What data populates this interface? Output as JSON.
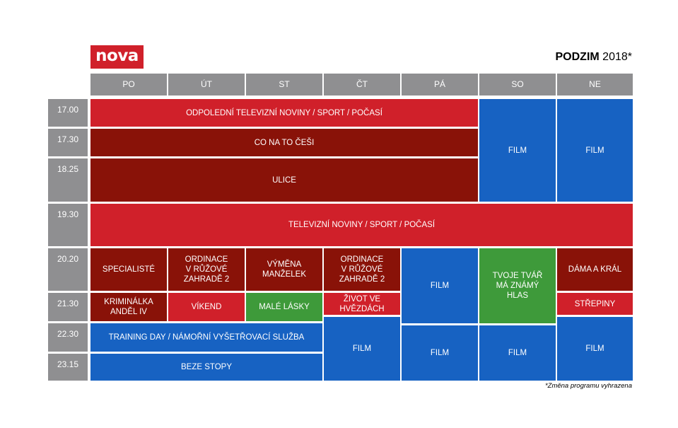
{
  "logo": "nova",
  "season": {
    "name": "PODZIM",
    "year": "2018*"
  },
  "days": [
    "PO",
    "ÚT",
    "ST",
    "ČT",
    "PÁ",
    "SO",
    "NE"
  ],
  "times": [
    "17.00",
    "17.30",
    "18.25",
    "19.30",
    "20.20",
    "21.30",
    "22.30",
    "23.15"
  ],
  "programs": {
    "odpoledni_noviny": "ODPOLEDNÍ TELEVIZNÍ NOVINY / SPORT / POČASÍ",
    "co_na_to_cesi": "CO NA TO ČEŠI",
    "ulice": "ULICE",
    "film_so_afternoon": "FILM",
    "film_ne_afternoon": "FILM",
    "televizni_noviny": "TELEVIZNÍ NOVINY / SPORT / POČASÍ",
    "specialiste": "SPECIALISTÉ",
    "ordinace_ut": "ORDINACE\nV RŮŽOVÉ\nZAHRADĚ 2",
    "vymena_manzelek": "VÝMĚNA\nMANŽELEK",
    "ordinace_ct": "ORDINACE\nV RŮŽOVÉ\nZAHRADĚ 2",
    "film_pa_evening": "FILM",
    "tvoje_tvar": "TVOJE TVÁŘ\nMÁ ZNÁMÝ\nHLAS",
    "dama_a_kral": "DÁMA A KRÁL",
    "kriminalka": "KRIMINÁLKA\nANDĚL IV",
    "vikend": "VÍKEND",
    "male_lasky": "MALÉ LÁSKY",
    "zivot_ve_hvezdach": "ŽIVOT VE\nHVĚZDÁCH",
    "strepiny": "STŘEPINY",
    "training_day": "TRAINING DAY / NÁMOŘNÍ VYŠETŘOVACÍ SLUŽBA",
    "beze_stopy": "BEZE STOPY",
    "film_ct_late": "FILM",
    "film_pa_late": "FILM",
    "film_so_late": "FILM",
    "film_ne_late": "FILM"
  },
  "note": "*Změna programu vyhrazena",
  "colors": {
    "red": "#d0202a",
    "dark_red": "#891208",
    "blue": "#1762c2",
    "green": "#3e9a3a",
    "gray": "#8f8f91"
  }
}
